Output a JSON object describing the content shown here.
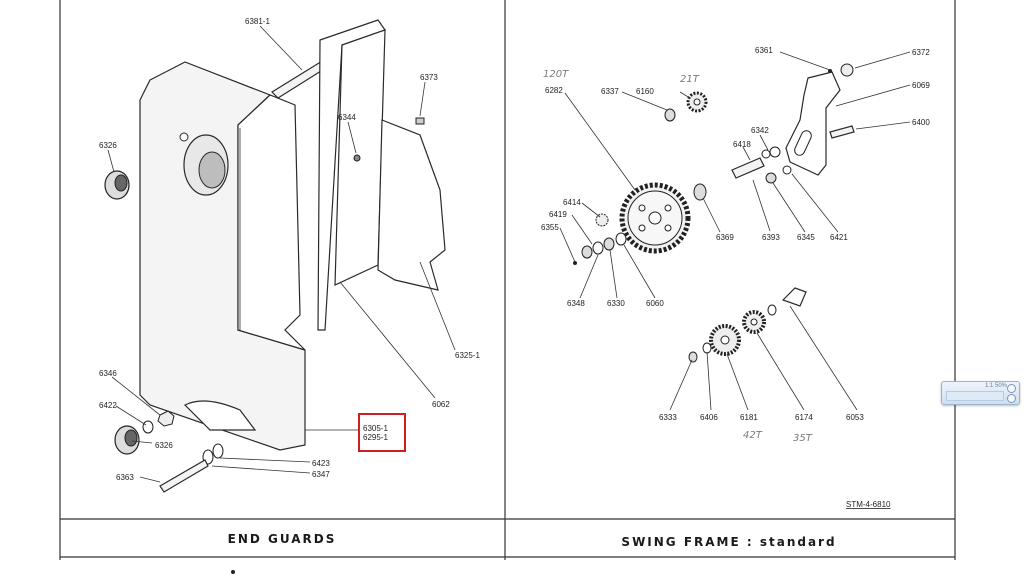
{
  "left_panel": {
    "title": "END GUARDS",
    "callouts": [
      "6381-1",
      "6373",
      "6344",
      "6326",
      "6325-1",
      "6062",
      "6346",
      "6422",
      "6326",
      "6305-1",
      "6295-1",
      "6423",
      "6347",
      "6363"
    ],
    "highlight_color": "#cc1f1f"
  },
  "right_panel": {
    "title": "SWING FRAME : standard",
    "callouts": [
      "6361",
      "6372",
      "6069",
      "6400",
      "6337",
      "6160",
      "6282",
      "6342",
      "6418",
      "6414",
      "6419",
      "6355",
      "6369",
      "6393",
      "6345",
      "6421",
      "6348",
      "6330",
      "6060",
      "6333",
      "6406",
      "6181",
      "6174",
      "6053"
    ],
    "handwritten": [
      "120T",
      "21T",
      "42T",
      "35T"
    ],
    "drawing_code": "STM-4-6810"
  },
  "viewer_widget": {
    "zoom_label": "1:1 50%"
  }
}
